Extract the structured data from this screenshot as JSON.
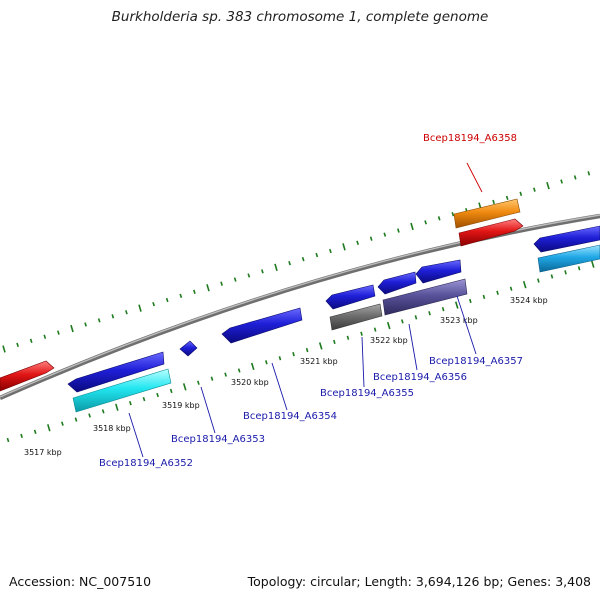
{
  "title": "Burkholderia sp. 383 chromosome 1, complete genome",
  "footer": {
    "accession": "Accession: NC_007510",
    "summary": "Topology: circular; Length: 3,694,126 bp; Genes: 3,408"
  },
  "colors": {
    "backbone": "#8a8a8a",
    "ticks": "#1e7a1e",
    "label_default": "#1a1aaa",
    "label_highlight": "#cc0000",
    "gene_blue": "#1f1fd8",
    "gene_cyan": "#22e6f0",
    "gene_red": "#e11515",
    "gene_orange": "#f08a10",
    "gene_gray": "#6e6e6e",
    "gene_slate": "#58529a",
    "gene_skyblue": "#20a8e6"
  },
  "kbp_labels": [
    "3517 kbp",
    "3518 kbp",
    "3519 kbp",
    "3520 kbp",
    "3521 kbp",
    "3522 kbp",
    "3523 kbp",
    "3524 kbp"
  ],
  "gene_labels": [
    {
      "id": "Bcep18194_A6358",
      "color": "#cc0000"
    },
    {
      "id": "Bcep18194_A6357",
      "color": "#1a1aaa"
    },
    {
      "id": "Bcep18194_A6356",
      "color": "#1a1aaa"
    },
    {
      "id": "Bcep18194_A6355",
      "color": "#1a1aaa"
    },
    {
      "id": "Bcep18194_A6354",
      "color": "#1a1aaa"
    },
    {
      "id": "Bcep18194_A6353",
      "color": "#1a1aaa"
    },
    {
      "id": "Bcep18194_A6352",
      "color": "#1a1aaa"
    }
  ]
}
